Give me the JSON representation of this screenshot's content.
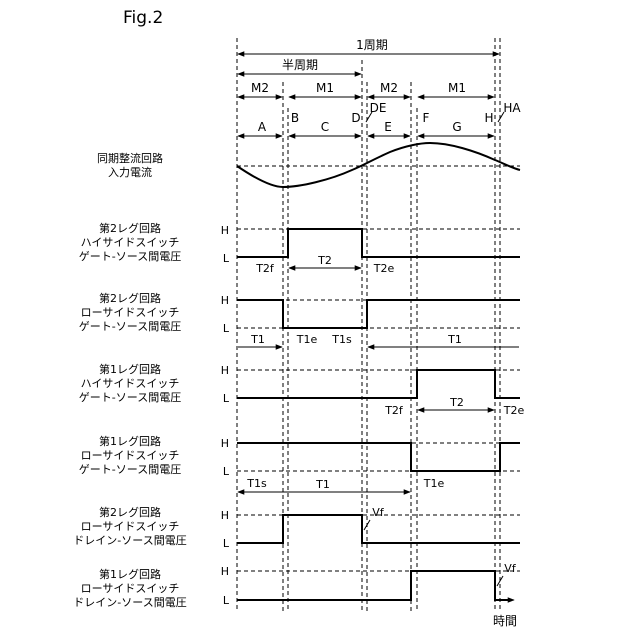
{
  "figure": {
    "label": "Fig.2"
  },
  "header": {
    "full_period": "1周期",
    "half_period": "半周期",
    "modes": [
      "M2",
      "M1",
      "M2",
      "M1"
    ],
    "sections": [
      "A",
      "B",
      "C",
      "D",
      "E",
      "F",
      "G",
      "H"
    ],
    "markers": {
      "de": "DE",
      "ha": "HA"
    }
  },
  "levels": {
    "high": "H",
    "low": "L"
  },
  "signals": [
    {
      "id": "input-current",
      "label": "同期整流回路\n入力電流"
    },
    {
      "id": "leg2-high-gate",
      "label": "第2レグ回路\nハイサイドスイッチ\nゲート-ソース間電圧"
    },
    {
      "id": "leg2-low-gate",
      "label": "第2レグ回路\nローサイドスイッチ\nゲート-ソース間電圧"
    },
    {
      "id": "leg1-high-gate",
      "label": "第1レグ回路\nハイサイドスイッチ\nゲート-ソース間電圧"
    },
    {
      "id": "leg1-low-gate",
      "label": "第1レグ回路\nローサイドスイッチ\nゲート-ソース間電圧"
    },
    {
      "id": "leg2-low-drain",
      "label": "第2レグ回路\nローサイドスイッチ\nドレイン-ソース間電圧"
    },
    {
      "id": "leg1-low-drain",
      "label": "第1レグ回路\nローサイドスイッチ\nドレイン-ソース間電圧"
    }
  ],
  "timing": {
    "t2f": "T2f",
    "t2": "T2",
    "t2e": "T2e",
    "t1": "T1",
    "t1e": "T1e",
    "t1s": "T1s",
    "vf": "Vf"
  },
  "axis": {
    "time": "時間"
  }
}
